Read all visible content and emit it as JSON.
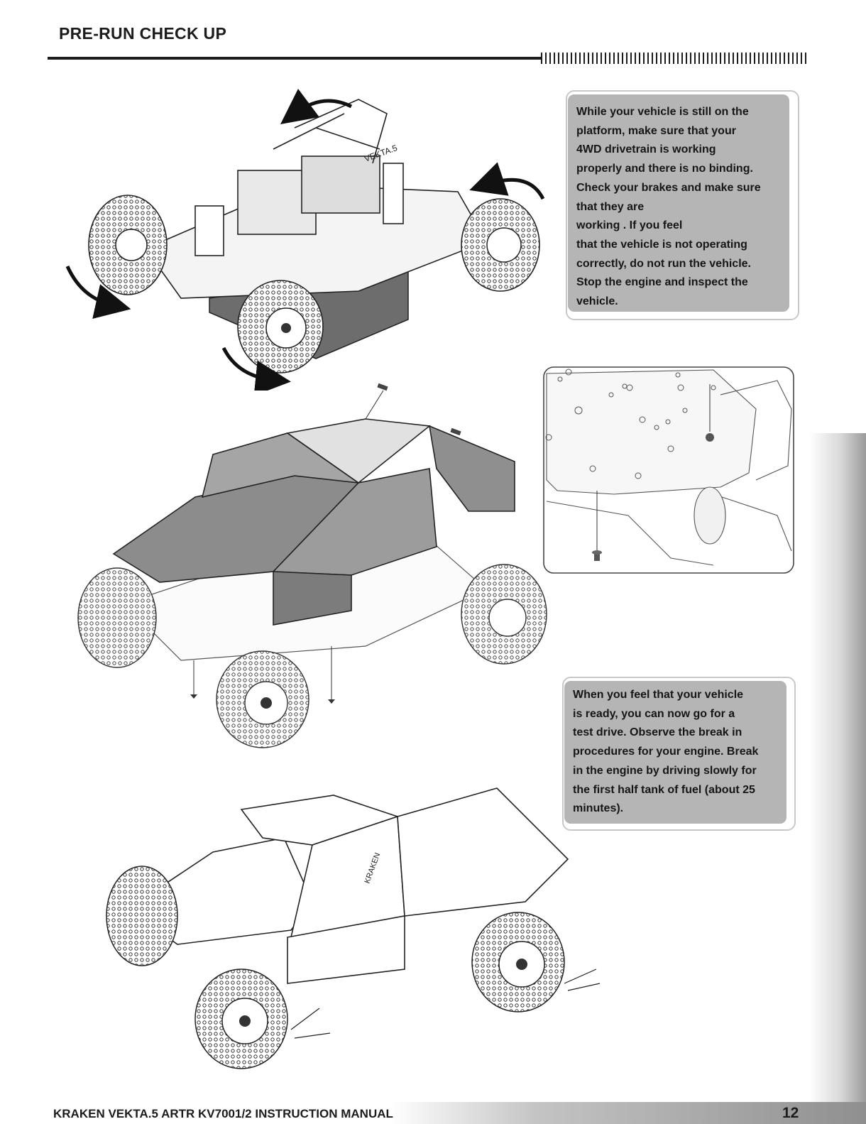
{
  "header": {
    "title": "PRE-RUN CHECK UP"
  },
  "notes": {
    "platform_check": [
      "While your vehicle is still on the",
      "platform, make sure that your",
      "4WD drivetrain is working",
      "properly and there is no binding.",
      "Check your brakes and make sure",
      "that they are",
      "working . If you feel",
      "that the vehicle is not operating",
      "correctly, do not run the vehicle.",
      "Stop the engine and inspect the",
      "vehicle."
    ],
    "test_drive": [
      "When you feel that your vehicle",
      "is ready, you can now go for a",
      "test drive. Observe the break in",
      "procedures for your engine. Break",
      "in the engine by driving slowly for",
      "the first half tank of fuel (about 25",
      "minutes)."
    ]
  },
  "figures": {
    "chassis_label": "VEKTA.5",
    "body_label": "KRAKEN"
  },
  "footer": {
    "title": "KRAKEN VEKTA.5 ARTR KV7001/2 INSTRUCTION MANUAL",
    "page_number": "12"
  }
}
